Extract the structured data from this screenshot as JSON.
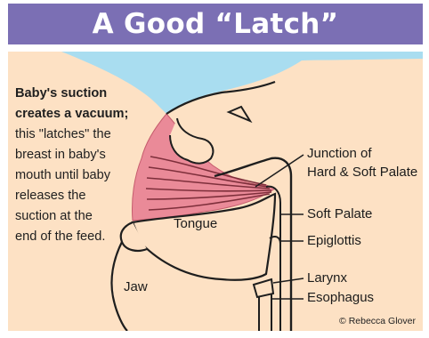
{
  "header": {
    "title": "A Good “Latch”"
  },
  "caption": {
    "bold_lines": [
      "Baby's suction",
      "creates a vacuum;"
    ],
    "lines": [
      "this \"latches\" the",
      "breast in baby's",
      "mouth until baby",
      "releases the",
      "suction at the",
      "end of the feed."
    ]
  },
  "labels": {
    "tongue": "Tongue",
    "jaw": "Jaw",
    "junction_line1": "Junction of",
    "junction_line2": "Hard & Soft Palate",
    "soft_palate": "Soft Palate",
    "epiglottis": "Epiglottis",
    "larynx": "Larynx",
    "esophagus": "Esophagus"
  },
  "credit": "© Rebecca Glover",
  "colors": {
    "header_bg": "#7b6fb4",
    "skin": "#fde1c4",
    "breast": "#ea8a98",
    "sky": "#a9ddf0"
  }
}
